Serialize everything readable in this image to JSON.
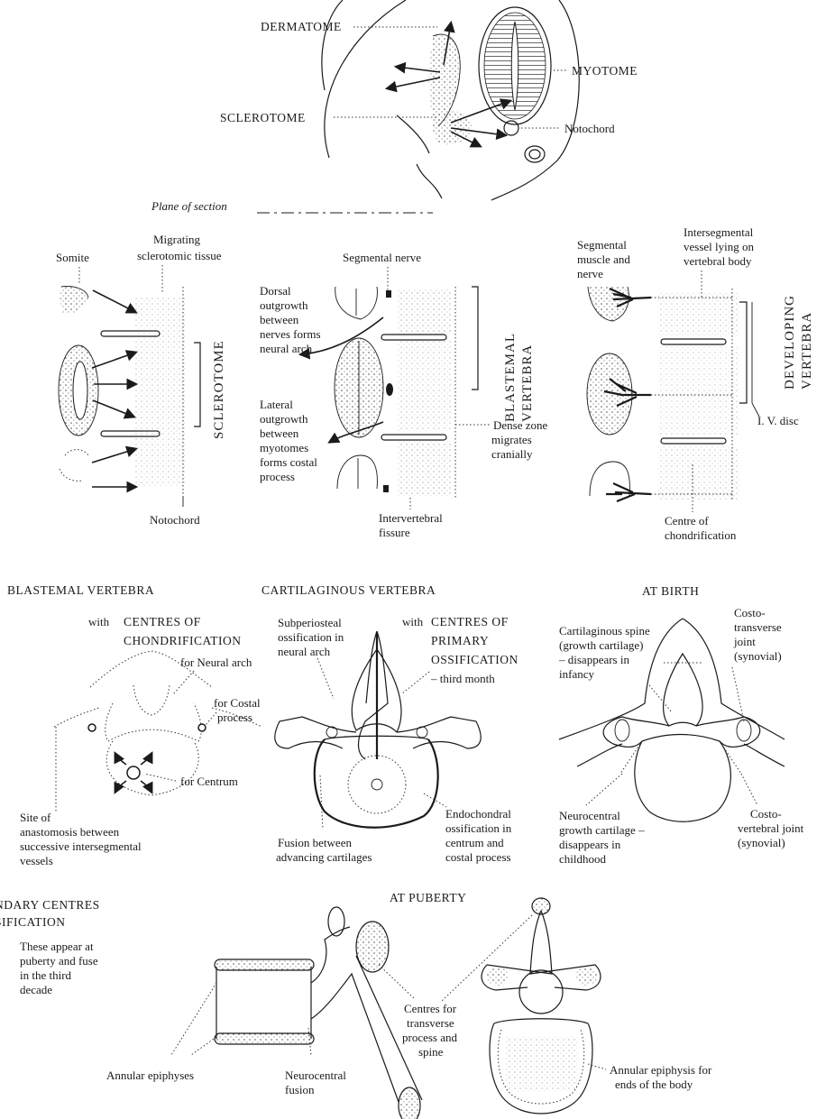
{
  "embryo": {
    "dermatome": "DERMATOME",
    "myotome": "MYOTOME",
    "sclerotome": "SCLEROTOME",
    "notochord": "Notochord",
    "plane": "Plane of section"
  },
  "stage1": {
    "somite": "Somite",
    "migrating_1": "Migrating",
    "migrating_2": "sclerotomic tissue",
    "vertical": "SCLEROTOME",
    "notochord": "Notochord"
  },
  "stage2": {
    "segmental_nerve": "Segmental nerve",
    "dorsal": [
      "Dorsal",
      "outgrowth",
      "between",
      "nerves forms",
      "neural arch"
    ],
    "lateral": [
      "Lateral",
      "outgrowth",
      "between",
      "myotomes",
      "forms costal",
      "process"
    ],
    "vertical_1": "BLASTEMAL",
    "vertical_2": "VERTEBRA",
    "dense": [
      "Dense zone",
      "migrates",
      "cranially"
    ],
    "fissure_1": "Intervertebral",
    "fissure_2": "fissure"
  },
  "stage3": {
    "seg_muscle": [
      "Segmental",
      "muscle and",
      "nerve"
    ],
    "interseg": [
      "Intersegmental",
      "vessel lying on",
      "vertebral body"
    ],
    "vertical_1": "DEVELOPING",
    "vertical_2": "VERTEBRA",
    "iv_disc": "I. V. disc",
    "centre_1": "Centre of",
    "centre_2": "chondrification"
  },
  "blastemal": {
    "title": "BLASTEMAL VERTEBRA",
    "with": "with",
    "centres_1": "CENTRES OF",
    "centres_2": "CHONDRIFICATION",
    "neural_arch": "for Neural arch",
    "costal_1": "for Costal",
    "costal_2": "process",
    "centrum": "for Centrum",
    "site": [
      "Site of",
      "anastomosis between",
      "successive intersegmental",
      "vessels"
    ]
  },
  "cartilaginous": {
    "title": "CARTILAGINOUS VERTEBRA",
    "subperiosteal": [
      "Subperiosteal",
      "ossification in",
      "neural arch"
    ],
    "with": "with",
    "centres": [
      "CENTRES OF",
      "PRIMARY",
      "OSSIFICATION"
    ],
    "third_month": "– third month",
    "fusion_1": "Fusion between",
    "fusion_2": "advancing cartilages",
    "endochondral": [
      "Endochondral",
      "ossification in",
      "centrum and",
      "costal process"
    ]
  },
  "at_birth": {
    "title": "AT BIRTH",
    "spine": [
      "Cartilaginous spine",
      "(growth cartilage)",
      "– disappears in",
      "infancy"
    ],
    "costo_trans": [
      "Costo-",
      "transverse",
      "joint",
      "(synovial)"
    ],
    "neurocentral": [
      "Neurocentral",
      "growth cartilage –",
      "disappears in",
      "childhood"
    ],
    "costo_vert": [
      "Costo-",
      "vertebral joint",
      "(synovial)"
    ]
  },
  "puberty": {
    "secondary_1": "NDARY CENTRES",
    "secondary_2": "SIFICATION",
    "title": "AT PUBERTY",
    "appear": [
      "These appear at",
      "puberty and fuse",
      "in the third",
      "decade"
    ],
    "annular": "Annular epiphyses",
    "neurocentral_1": "Neurocentral",
    "neurocentral_2": "fusion",
    "centres": [
      "Centres for",
      "transverse",
      "process and",
      "spine"
    ],
    "annular_epi_1": "Annular epiphysis for",
    "annular_epi_2": "ends of the body"
  }
}
